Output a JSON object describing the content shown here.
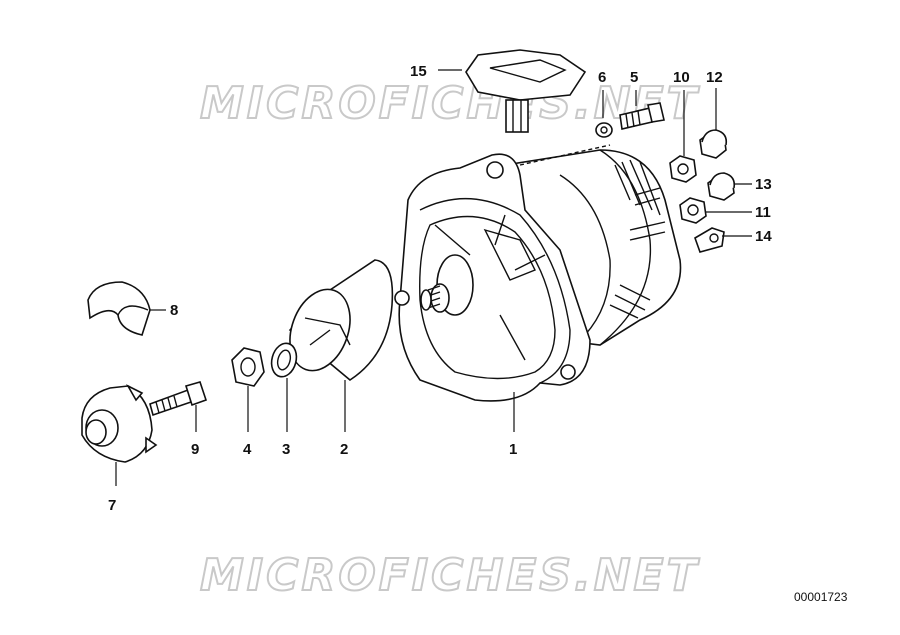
{
  "watermarks": [
    "MICROFICHES.NET",
    "MICROFICHES.NET"
  ],
  "callouts": [
    "1",
    "2",
    "3",
    "4",
    "5",
    "6",
    "7",
    "8",
    "9",
    "10",
    "11",
    "12",
    "13",
    "14",
    "15"
  ],
  "diagram_ref": "00001723"
}
